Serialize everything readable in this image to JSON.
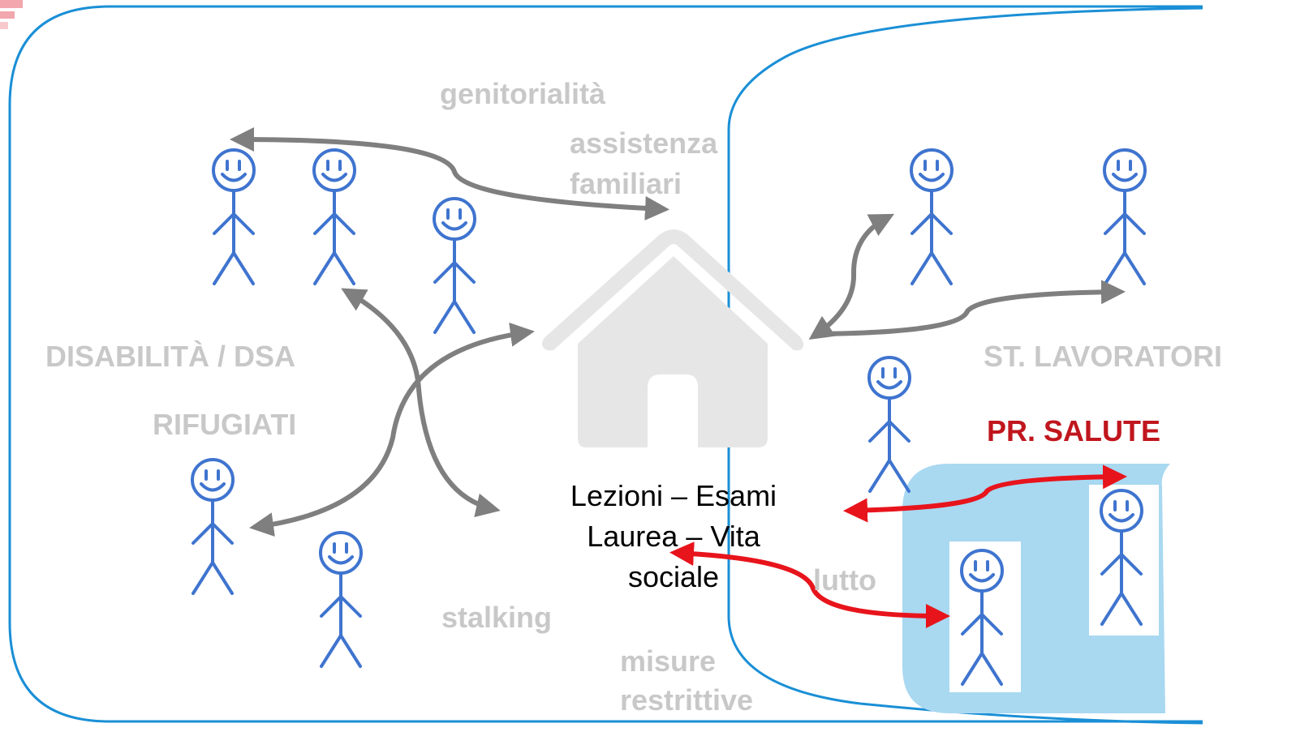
{
  "labels": {
    "genitorialita": "genitorialità",
    "assistenza": "assistenza",
    "familiari": "familiari",
    "disabilita": "DISABILITÀ / DSA",
    "rifugiati": "RIFUGIATI",
    "stalking": "stalking",
    "misure": "misure",
    "restrittive": "restrittive",
    "lutto": "lutto",
    "st_lavoratori": "ST. LAVORATORI",
    "pr_salute": "PR. SALUTE"
  },
  "center_text": {
    "line1": "Lezioni – Esami",
    "line2": "Laurea – Vita",
    "line3": "sociale"
  },
  "colors": {
    "outline_blue": "#1a8fd6",
    "figure_blue": "#3f74cf",
    "shaded_area": "#a9d8f1",
    "arrow_gray": "#7f7f7f",
    "arrow_red": "#e8141c",
    "label_gray": "#c8c8c8",
    "label_red": "#c0161d",
    "house": "#e6e6e6"
  },
  "icons": [
    "stick-figure-icon",
    "house-icon"
  ]
}
